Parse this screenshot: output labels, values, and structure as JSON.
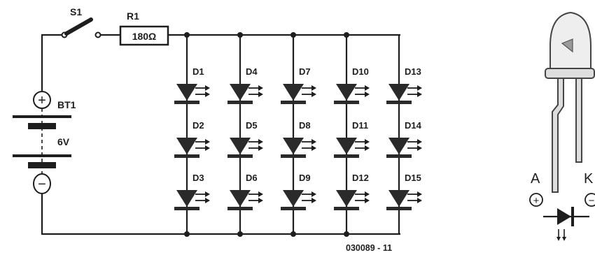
{
  "switch_label": "S1",
  "resistor": {
    "ref": "R1",
    "value": "180Ω"
  },
  "battery": {
    "ref": "BT1",
    "voltage": "6V",
    "plus": "+",
    "minus": "−"
  },
  "leds": [
    {
      "label": "D1"
    },
    {
      "label": "D2"
    },
    {
      "label": "D3"
    },
    {
      "label": "D4"
    },
    {
      "label": "D5"
    },
    {
      "label": "D6"
    },
    {
      "label": "D7"
    },
    {
      "label": "D8"
    },
    {
      "label": "D9"
    },
    {
      "label": "D10"
    },
    {
      "label": "D11"
    },
    {
      "label": "D12"
    },
    {
      "label": "D13"
    },
    {
      "label": "D14"
    },
    {
      "label": "D15"
    }
  ],
  "figure_id": "030089 - 11",
  "led_pinout": {
    "anode": "A",
    "cathode": "K",
    "anode_sign": "+",
    "cathode_sign": "−"
  },
  "colors": {
    "ink": "#1e1e1e",
    "led_body": "#3a3a3a",
    "paper": "#ffffff",
    "led_outline": "#444444",
    "led_fill": "#e6e6e6"
  }
}
